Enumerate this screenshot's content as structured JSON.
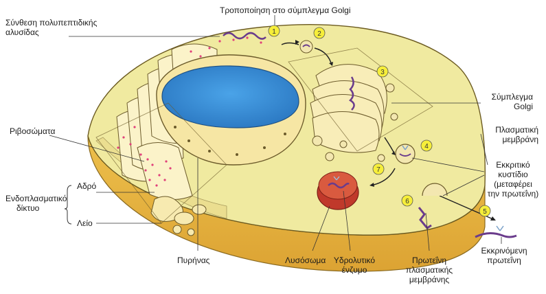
{
  "labels": {
    "polypeptide_line1": "Σύνθεση πολυπεπτιδικής",
    "polypeptide_line2": "αλυσίδας",
    "golgi_modification": "Τροποποίηση στο σύμπλεγμα Golgi",
    "ribosomes": "Ριβοσώματα",
    "rough": "Αδρό",
    "er_line1": "Ενδοπλασματικό",
    "er_line2": "δίκτυο",
    "smooth": "Λείο",
    "nucleus": "Πυρήνας",
    "lysosome": "Λυσόσωμα",
    "hydrolytic_line1": "Υδρολυτικό",
    "hydrolytic_line2": "ένζυμο",
    "membrane_protein_line1": "Πρωτεΐνη",
    "membrane_protein_line2": "πλασματικής",
    "membrane_protein_line3": "μεμβράνης",
    "golgi_complex_line1": "Σύμπλεγμα",
    "golgi_complex_line2": "Golgi",
    "plasma_membrane_line1": "Πλασματική",
    "plasma_membrane_line2": "μεμβράνη",
    "vesicle_line1": "Εκκριτικό",
    "vesicle_line2": "κυστίδιο",
    "vesicle_line3": "(μεταφέρει",
    "vesicle_line4": "την πρωτεΐνη)",
    "secreted_line1": "Εκκρινόμενη",
    "secreted_line2": "πρωτεΐνη"
  },
  "steps": [
    "1",
    "2",
    "3",
    "4",
    "5",
    "6",
    "7"
  ],
  "colors": {
    "cytoplasm": "#f0eaa0",
    "cell_side": "#e3b23c",
    "nucleus": "#3a8fd6",
    "er": "#fbf3c9",
    "lysosome": "#c0392b",
    "protein": "#6a3c8c",
    "step_badge": "#f6ee3a"
  }
}
